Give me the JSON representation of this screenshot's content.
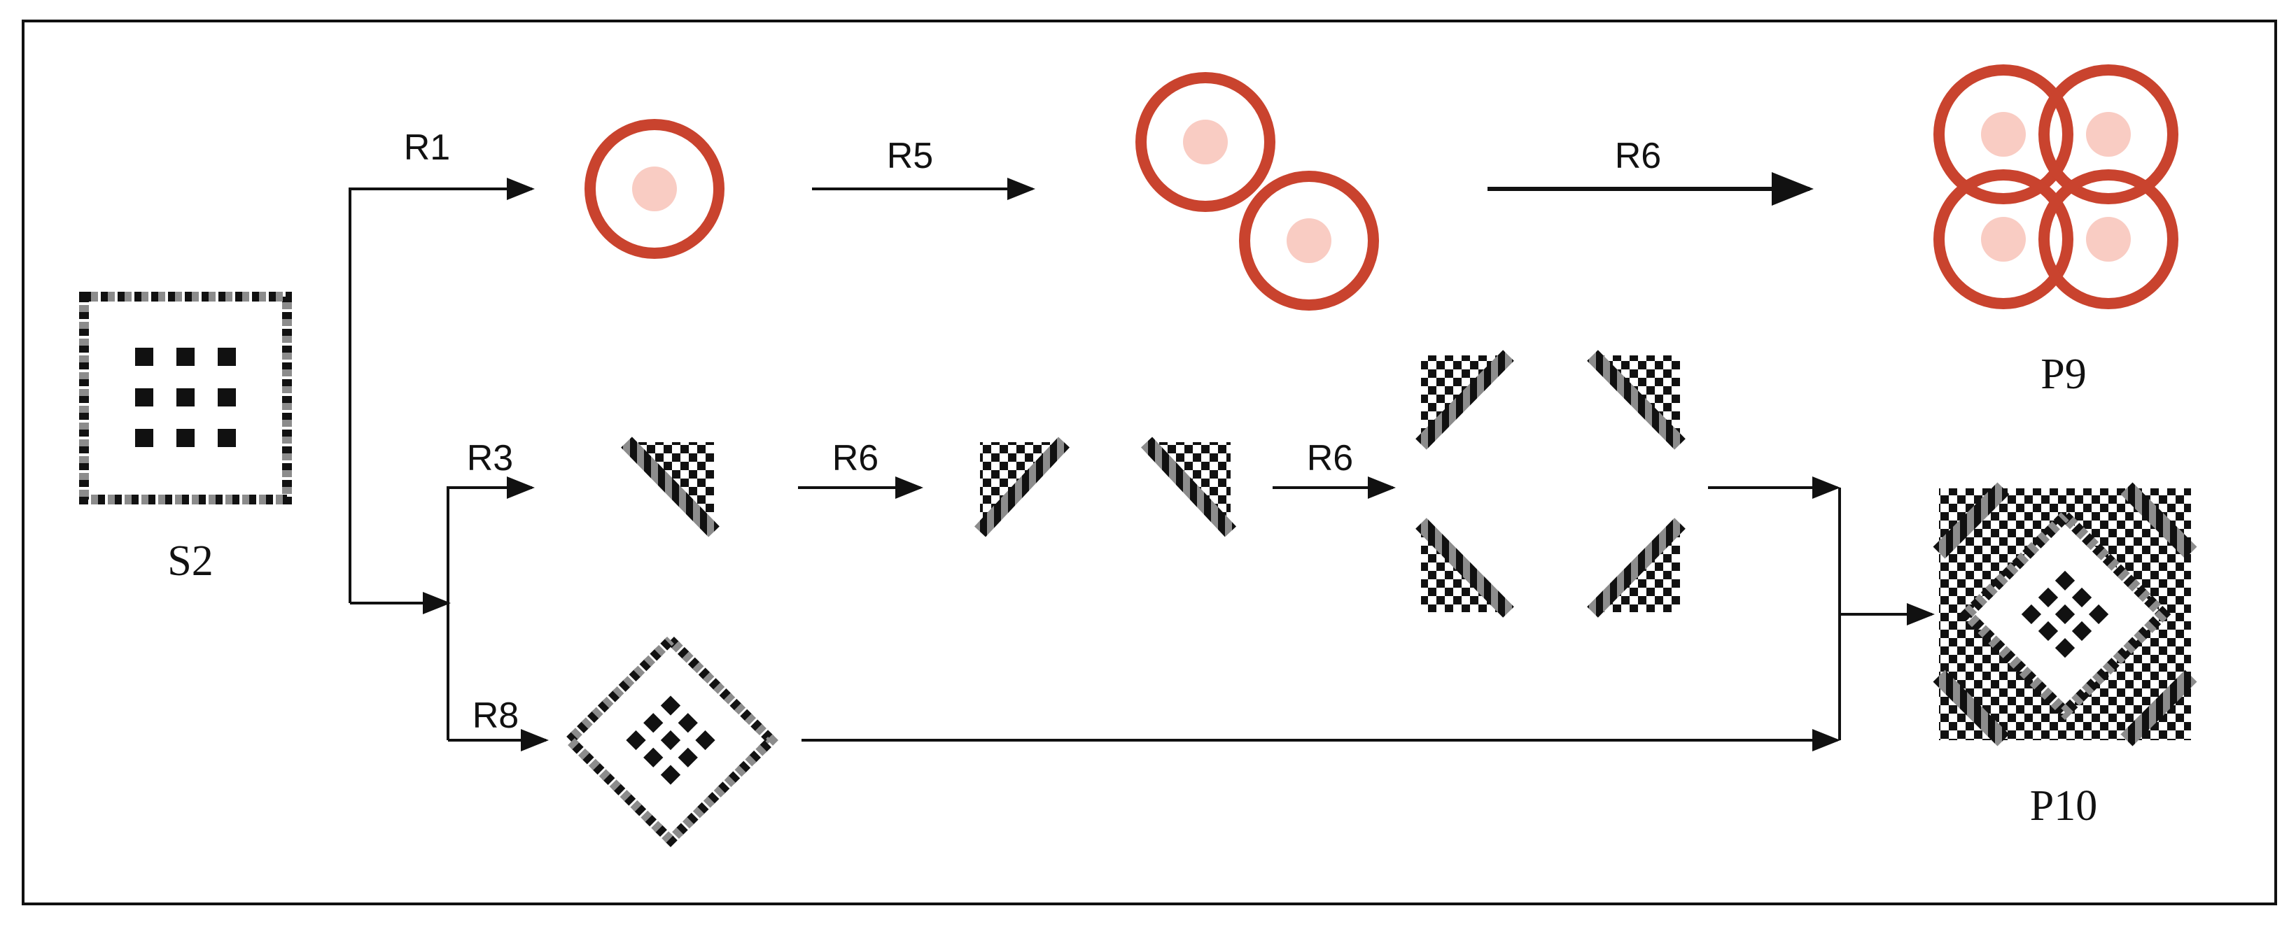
{
  "nodes": {
    "s2": "S2",
    "p9": "P9",
    "p10": "P10"
  },
  "edges": {
    "r1": "R1",
    "r5": "R5",
    "r6_top": "R6",
    "r3": "R3",
    "r6_mid_a": "R6",
    "r6_mid_b": "R6",
    "r8": "R8"
  },
  "colors": {
    "ring": "#c9432e",
    "dot": "#f9ccc3",
    "ink": "#111111",
    "stripe_gray": "#8c8c8c"
  }
}
